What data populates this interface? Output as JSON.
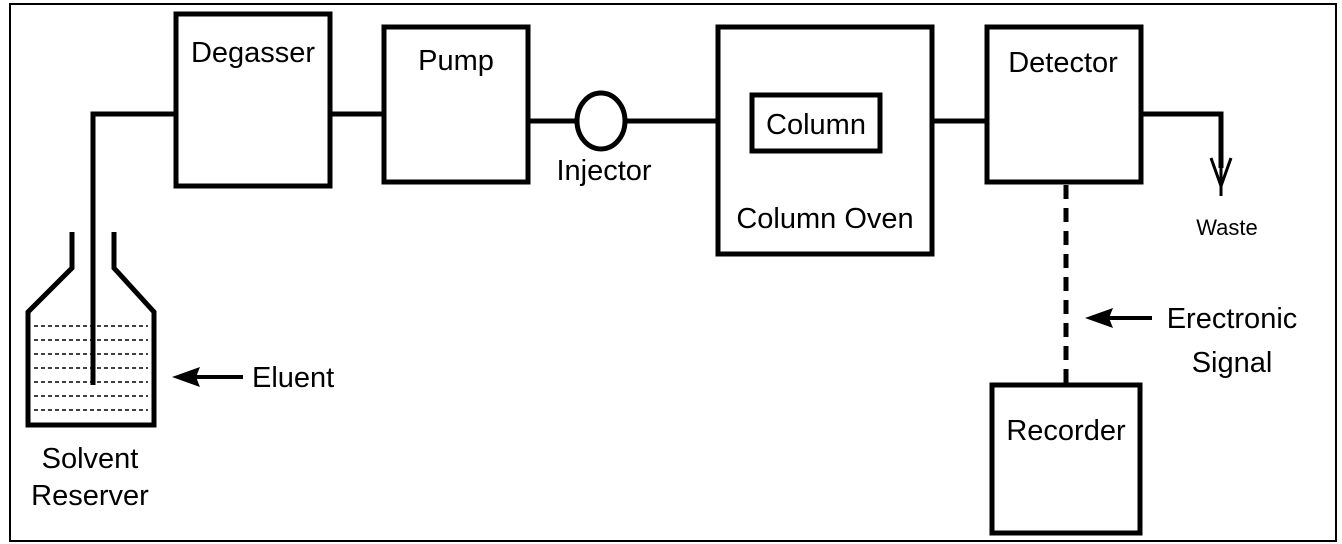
{
  "labels": {
    "degasser": "Degasser",
    "pump": "Pump",
    "injector": "Injector",
    "column": "Column",
    "column_oven": "Column Oven",
    "detector": "Detector",
    "waste": "Waste",
    "electronic_signal_line1": "Erectronic",
    "electronic_signal_line2": "Signal",
    "recorder": "Recorder",
    "eluent": "Eluent",
    "solvent_reserver_line1": "Solvent",
    "solvent_reserver_line2": "Reserver"
  },
  "colors": {
    "stroke": "#000000",
    "background": "#ffffff"
  }
}
